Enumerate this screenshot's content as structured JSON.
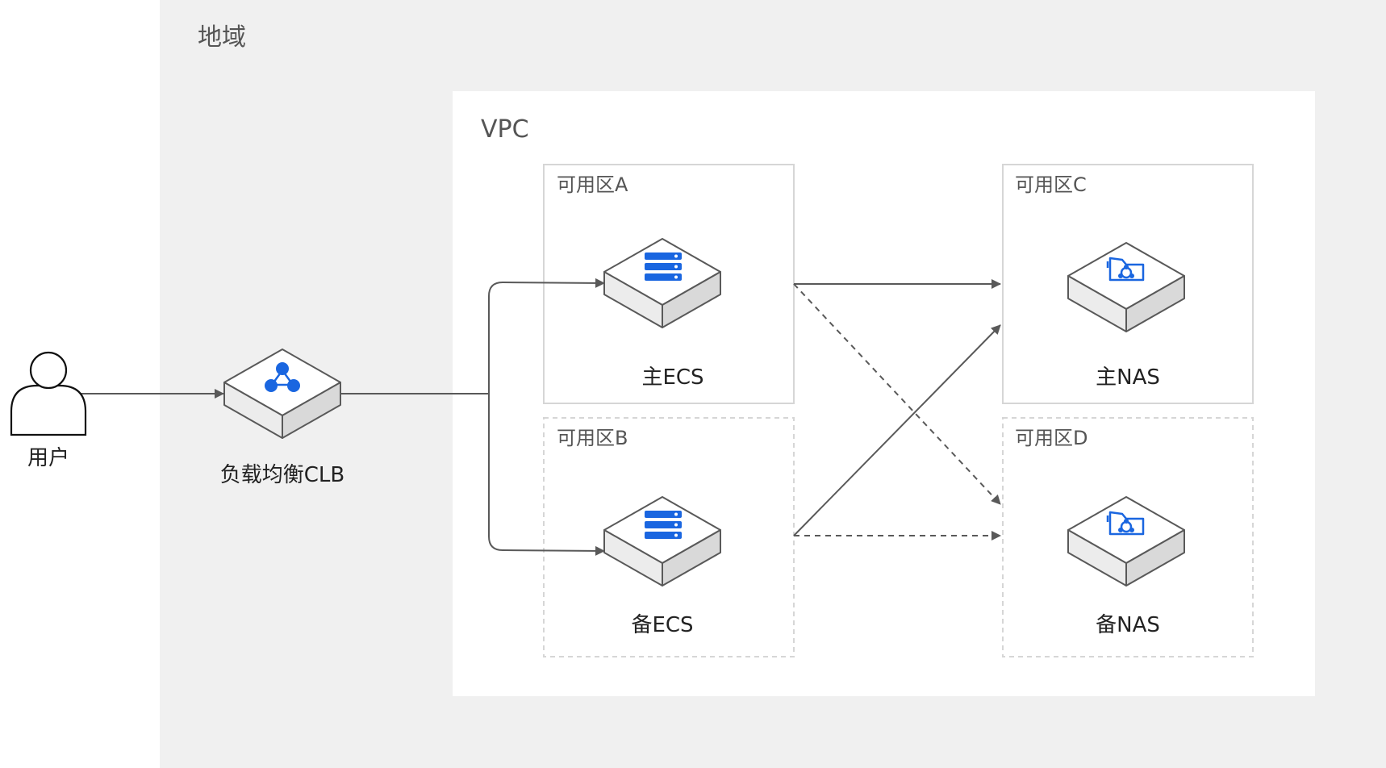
{
  "region": {
    "label": "地域"
  },
  "vpc": {
    "label": "VPC"
  },
  "zones": {
    "a": {
      "label": "可用区A"
    },
    "b": {
      "label": "可用区B"
    },
    "c": {
      "label": "可用区C"
    },
    "d": {
      "label": "可用区D"
    }
  },
  "nodes": {
    "user": {
      "label": "用户",
      "icon": "user-icon"
    },
    "clb": {
      "label": "负载均衡CLB",
      "icon": "load-balancer-icon"
    },
    "ecs_primary": {
      "label": "主ECS",
      "icon": "server-icon"
    },
    "ecs_backup": {
      "label": "备ECS",
      "icon": "server-icon"
    },
    "nas_primary": {
      "label": "主NAS",
      "icon": "nas-icon"
    },
    "nas_backup": {
      "label": "备NAS",
      "icon": "nas-icon"
    }
  },
  "edges": [
    {
      "from": "user",
      "to": "clb",
      "style": "solid"
    },
    {
      "from": "clb",
      "to": "ecs_primary",
      "style": "solid"
    },
    {
      "from": "clb",
      "to": "ecs_backup",
      "style": "solid"
    },
    {
      "from": "ecs_primary",
      "to": "nas_primary",
      "style": "solid"
    },
    {
      "from": "ecs_primary",
      "to": "nas_backup",
      "style": "dashed"
    },
    {
      "from": "ecs_backup",
      "to": "nas_primary",
      "style": "solid"
    },
    {
      "from": "ecs_backup",
      "to": "nas_backup",
      "style": "dashed"
    }
  ],
  "colors": {
    "region_background": "#f0f0f0",
    "vpc_background": "#ffffff",
    "icon_accent": "#1a66e0",
    "edge": "#595959"
  }
}
